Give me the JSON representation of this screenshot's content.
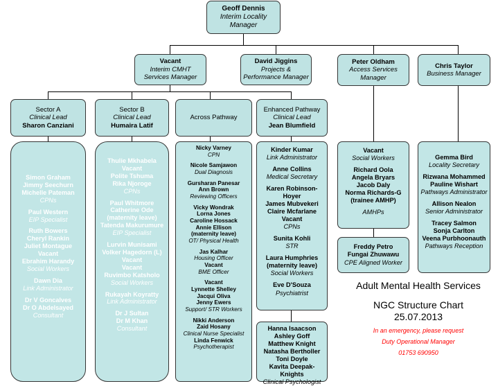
{
  "top": {
    "name": "Geoff Dennis",
    "role": "Interim Locality Manager"
  },
  "managers": [
    {
      "name": "Vacant",
      "role": "Interim CMHT Services Manager"
    },
    {
      "name": "David Jiggins",
      "role": "Projects & Performance Manager"
    },
    {
      "name": "Peter Oldham",
      "role": "Access Services Manager"
    },
    {
      "name": "Chris Taylor",
      "role": "Business Manager"
    }
  ],
  "teams": [
    {
      "title": "Sector A",
      "sub": "Clinical Lead",
      "lead": "Sharon Canziani"
    },
    {
      "title": "Sector B",
      "sub": "Clinical Lead",
      "lead": "Humaira Latif"
    },
    {
      "title": "Across Pathway",
      "sub": "",
      "lead": ""
    },
    {
      "title": "Enhanced Pathway",
      "sub": "Clinical Lead",
      "lead": "Jean Blumfield"
    }
  ],
  "sectorA": {
    "g1": [
      "Simon Graham",
      "Jimmy Seechurn",
      "Michelle Pateman"
    ],
    "r1": "CPNs",
    "g2": [
      "Paul Western"
    ],
    "r2": "EIP Specialist",
    "g3": [
      "Ruth Bowers",
      "Cheryl Rankin",
      "Juliet Montague",
      "Vacant",
      "Ebrahim Harandy"
    ],
    "r3": "Social Workers",
    "g4": [
      "Dawn Dia"
    ],
    "r4": "Link Administrator",
    "g5": [
      "Dr V Goncalves",
      "Dr O Abdelsayed"
    ],
    "r5": "Consultant"
  },
  "sectorB": {
    "g1": [
      "Thulie Mkhabela",
      "Vacant",
      "Polite Tshuma",
      "Rika Njoroge"
    ],
    "r1": "CPNs",
    "g2": [
      "Paul Whitmore",
      "Catherine Ode",
      "(maternity leave)",
      "Tatenda Makurumure"
    ],
    "r2": "EIP Specialist",
    "g3": [
      "Lurvin Munisami",
      "Volker Hagedorn (L)",
      "Vacant",
      "Vacant",
      "Ruvimbo Katsholo"
    ],
    "r3": "Social Workers",
    "g4": [
      "Rukayah Koyratty"
    ],
    "r4": "Link Administrator",
    "g5": [
      "Dr J Sultan",
      "Dr M Khan"
    ],
    "r5": "Consultant"
  },
  "across": {
    "g1": [
      "Nicky Varney"
    ],
    "r1": "CPN",
    "g2": [
      "Nicole Samjawon"
    ],
    "r2": "Dual Diagnosis",
    "g3": [
      "Gursharan Panesar",
      "Ann Brown"
    ],
    "r3": "Reviewing Officers",
    "g4": [
      "Vicky Wondrak",
      "Lorna Jones",
      "Caroline Hossack",
      "Annie Ellison",
      "(maternity leave)"
    ],
    "r4": "OT/ Physical Health",
    "g5": [
      "Jas Kalhar"
    ],
    "r5": "Housing Officer",
    "g5b": [
      "Vacant"
    ],
    "r5b": "BME Officer",
    "g6": [
      "Vacant",
      "Lynnette Shelley",
      "Jacqui Oliva",
      "Jenny Ewers"
    ],
    "r6": "Support/ STR Workers",
    "g7": [
      "Nikki Anderson",
      "Zaid Hosany"
    ],
    "r7": "Clinical Nurse Specialist",
    "g8": [
      "Linda Fenwick"
    ],
    "r8": "Psychotherapist"
  },
  "enhanced": {
    "g1": [
      "Kinder Kumar"
    ],
    "r1": "Link Administrator",
    "g2": [
      "Anne Collins"
    ],
    "r2": "Medical Secretary",
    "g3": [
      "Karen Robinson-Hoyer",
      "James Mubvekeri",
      "Claire Mcfarlane",
      "Vacant"
    ],
    "r3": "CPNs",
    "g4": [
      "Sunita Kohli"
    ],
    "r4": "STR",
    "g5": [
      "Laura Humphries",
      "(maternity leave)"
    ],
    "r5": "Social Workers",
    "g6": [
      "Eve D'Souza"
    ],
    "r6": "Psychiatrist"
  },
  "psychology": {
    "names": [
      "Hanna Isaacson",
      "Ashley Goff",
      "Matthew Knight",
      "Natasha Bertholler",
      "Toni Doyle",
      "Kavita Deepak-Knights"
    ],
    "role": "Clinical Psychologist"
  },
  "access": {
    "g1": [
      "Vacant"
    ],
    "r1": "Social Workers",
    "g2": [
      "Richard Oola",
      "Angela Bryars",
      "Jacob Daly",
      "Norma Richards-G",
      "(trainee AMHP)"
    ],
    "r2": "AMHPs"
  },
  "cpe": {
    "names": [
      "Freddy Petro",
      "Fungai Zhuwawu"
    ],
    "role": "CPE Aligned Worker"
  },
  "business": {
    "g1": [
      "Gemma Bird"
    ],
    "r1": "Locality Secretary",
    "g2": [
      "Rizwana Mohammed",
      "Pauline Wishart"
    ],
    "r2": "Pathways Administrator",
    "g3": [
      "Allison Nealon"
    ],
    "r3": "Senior Administrator",
    "g4": [
      "Tracey Salmon",
      "Sonja Carlton",
      "Veena Purbhoonauth"
    ],
    "r4": "Pathways Reception"
  },
  "legend": {
    "title": "Adult Mental Health Services",
    "chart": "NGC Structure Chart",
    "date": "25.07.2013",
    "emergency": "In an emergency, please request",
    "duty": "Duty Operational Manager",
    "phone": "01753 690950"
  }
}
